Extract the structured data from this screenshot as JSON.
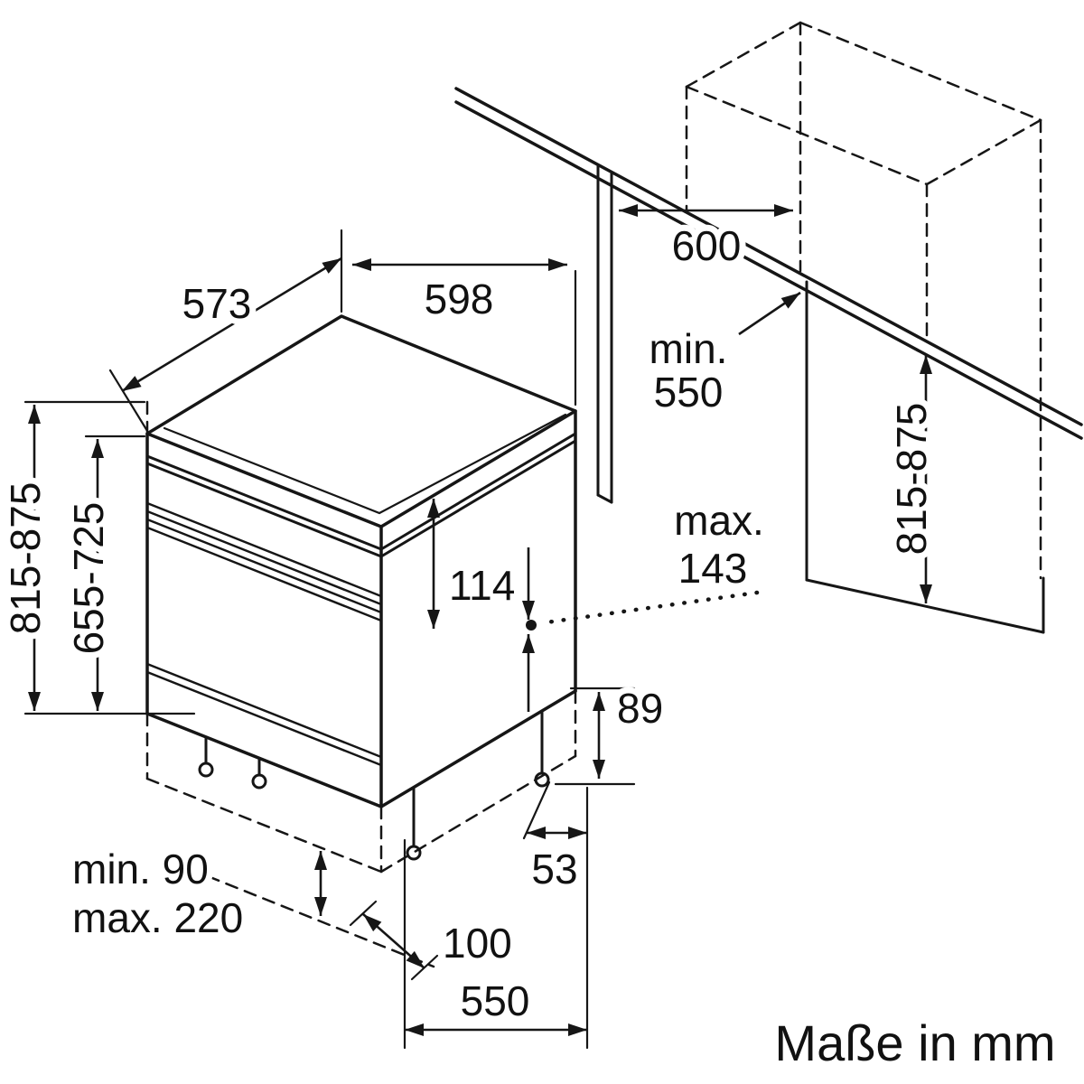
{
  "caption": "Maße in mm",
  "dimensions": {
    "top_depth": "573",
    "top_width": "598",
    "appliance_height": "815-875",
    "front_height": "655-725",
    "niche_width": "600",
    "niche_depth_line1": "min.",
    "niche_depth_line2": "550",
    "niche_height": "815-875",
    "control_panel_height": "114",
    "door_protrusion_line1": "max.",
    "door_protrusion_line2": "143",
    "rear_plinth_height": "89",
    "rear_offset": "53",
    "plinth_min": "min. 90",
    "plinth_max": "max. 220",
    "front_offset": "100",
    "base_depth": "550"
  },
  "colors": {
    "line": "#161616",
    "background": "#ffffff"
  }
}
